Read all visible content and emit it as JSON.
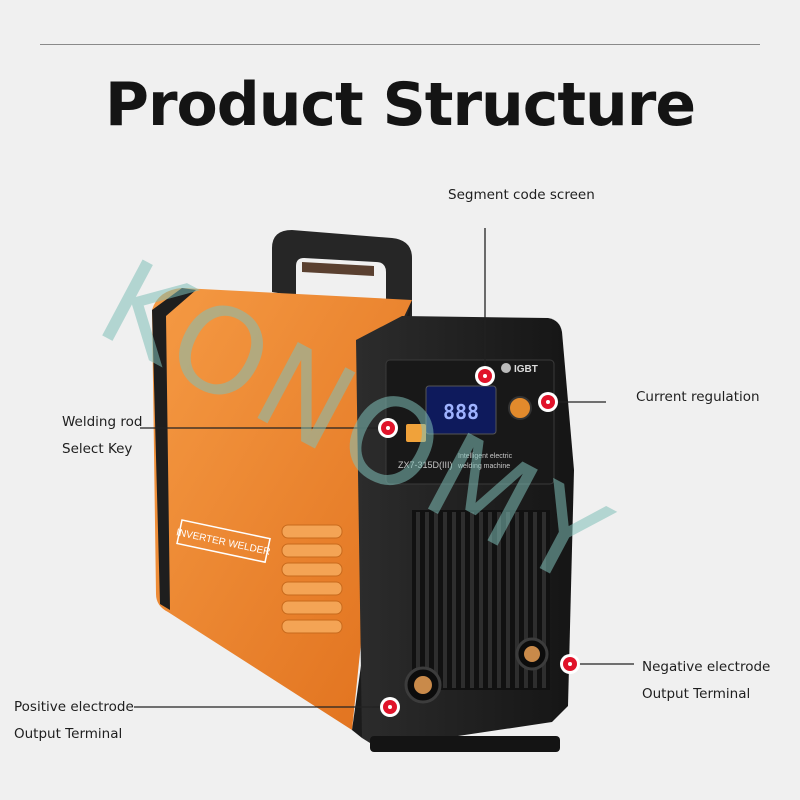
{
  "title": "Product Structure",
  "device": {
    "badge_brand": "IGBT",
    "display_digits": "888",
    "model": "ZX7-315D(III)",
    "desc_line1": "Intelligent electric",
    "desc_line2": "welding machine",
    "side_plate": "INVERTER WELDER"
  },
  "callouts": {
    "segment_screen": "Segment code screen",
    "current_regulation": "Current regulation",
    "rod_select_line1": "Welding rod",
    "rod_select_line2": "Select Key",
    "negative_line1": "Negative electrode",
    "negative_line2": "Output Terminal",
    "positive_line1": "Positive electrode",
    "positive_line2": "Output Terminal"
  },
  "watermark": "KONOMY",
  "colors": {
    "body_orange": "#f08a2e",
    "frame_dark": "#1f1f1f",
    "marker_red": "#e0132a",
    "display_blue": "#3550c8",
    "watermark_teal": "#7fc0b8"
  }
}
